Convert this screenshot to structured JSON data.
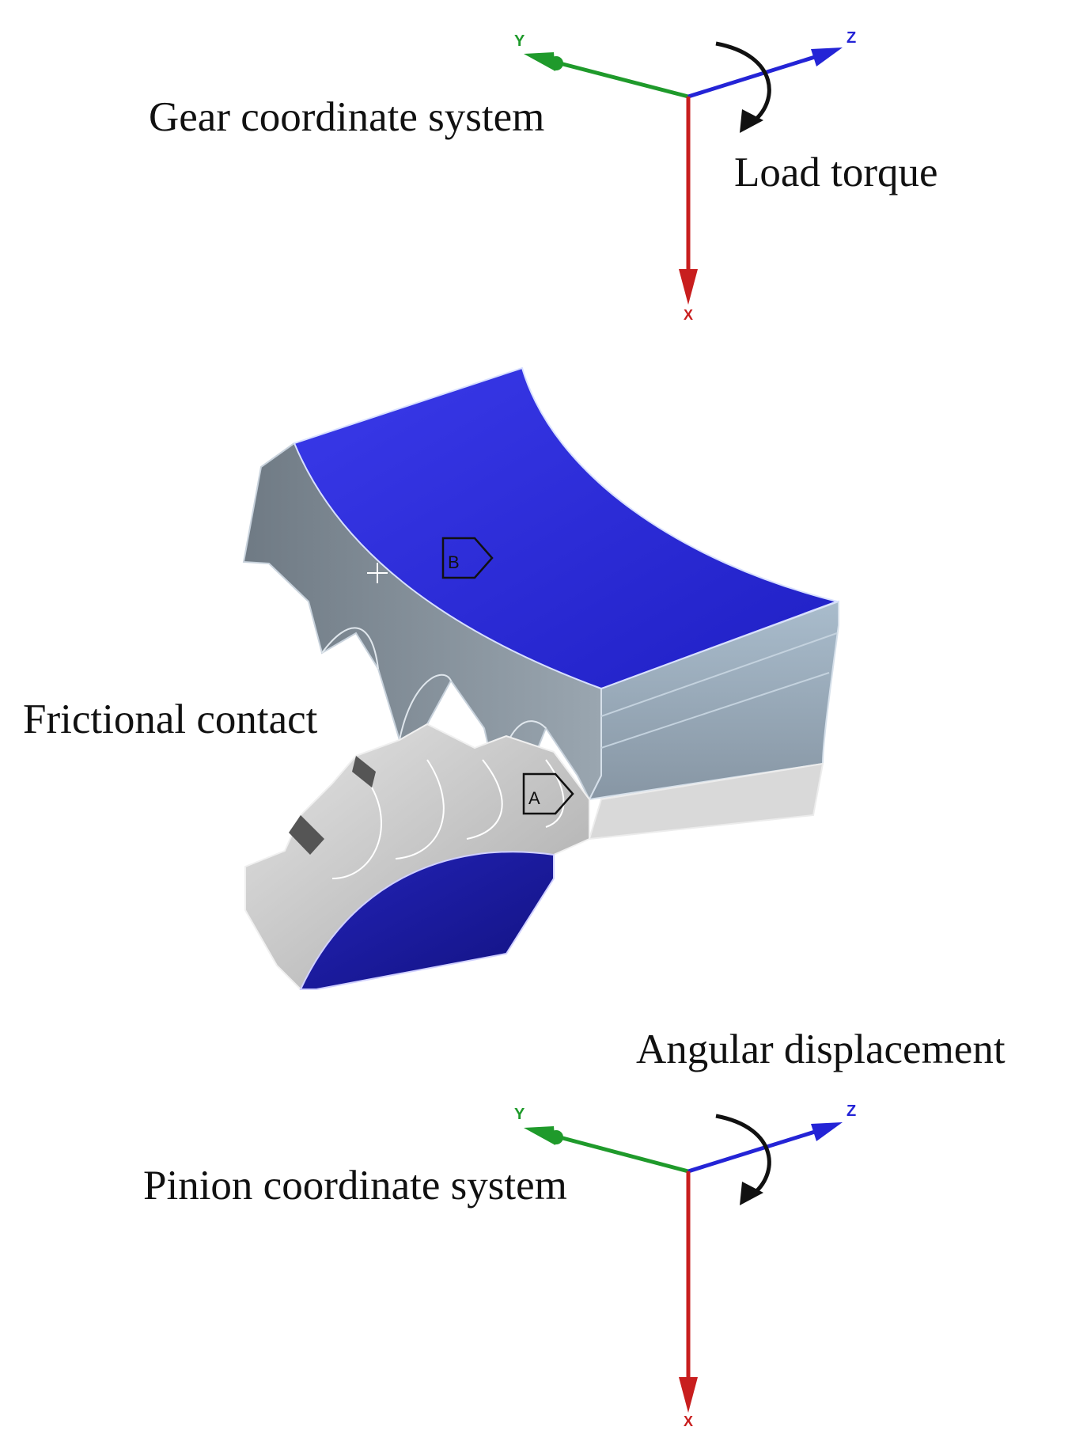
{
  "labels": {
    "gear_coordinate_system": "Gear coordinate system",
    "load_torque": "Load torque",
    "frictional_contact": "Frictional contact",
    "angular_displacement": "Angular displacement",
    "pinion_coordinate_system": "Pinion coordinate system"
  },
  "axes": {
    "x": "X",
    "y": "Y",
    "z": "Z"
  },
  "contact_markers": {
    "a": "A",
    "b": "B"
  },
  "colors": {
    "x_axis": "#c81e1e",
    "y_axis": "#1f9a2b",
    "z_axis": "#2424d6",
    "gear_face": "#2a2ad8",
    "pinion_face": "#1c1ca8",
    "gear_body": "#7d8890",
    "pinion_body": "#c8c8c8"
  }
}
